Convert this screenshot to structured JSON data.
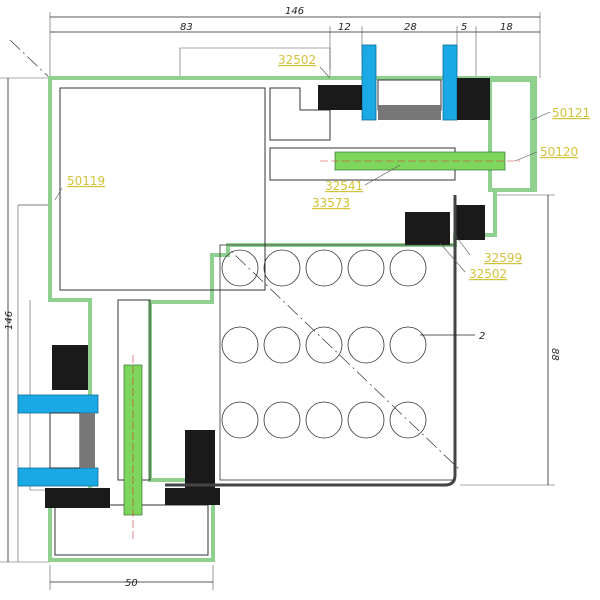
{
  "diagram": {
    "dimensions": {
      "overall_width": "146",
      "seg_83": "83",
      "seg_12": "12",
      "seg_28": "28",
      "seg_5": "5",
      "seg_18": "18",
      "overall_height": "146",
      "height_88": "88",
      "bottom_50": "50",
      "sheet_2": "2"
    },
    "part_labels": {
      "top_gasket": "32502",
      "cap_profile": "50121",
      "pressure_plate": "50120",
      "mullion": "50119",
      "screw_a": "32541",
      "screw_b": "33573",
      "gasket_right": "32599",
      "gasket_lower": "32502"
    },
    "colors": {
      "aluminium_outline": "#8ed08e",
      "glass": "#1ba9e6",
      "label": "#d4c23a",
      "screw": "#7fd65c"
    }
  }
}
